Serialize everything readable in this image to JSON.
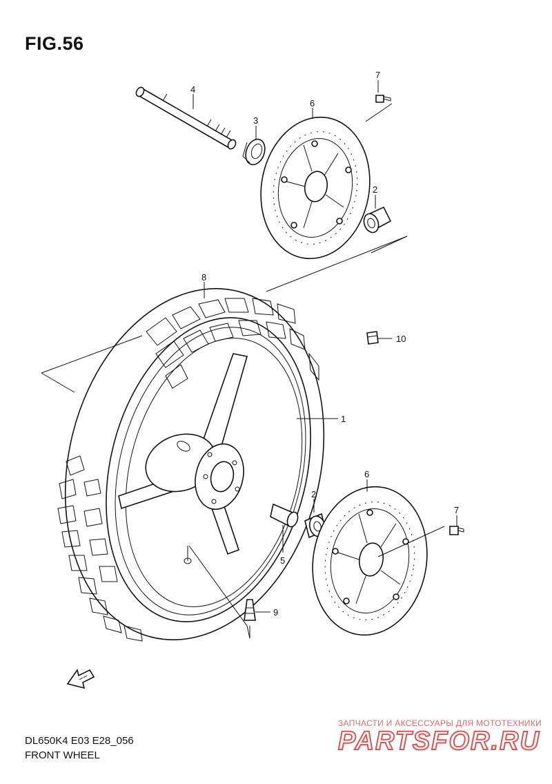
{
  "figure": {
    "number": "FIG.56",
    "model_code": "DL650K4 E03 E28_056",
    "title": "FRONT WHEEL"
  },
  "callouts": [
    "1",
    "2",
    "3",
    "4",
    "5",
    "6",
    "7",
    "8",
    "9",
    "10"
  ],
  "watermark": {
    "tagline": "ЗАПЧАСТИ И АКСЕССУАРЫ ДЛЯ МОТОТЕХНИКИ",
    "logo": "PARTSFOR.RU",
    "color": "#e05252"
  },
  "icons": [
    "axle-icon",
    "oil-seal-icon",
    "bearing-icon",
    "brake-disc-icon",
    "disc-bolt-icon",
    "wheel-icon",
    "tire-icon",
    "spacer-icon",
    "valve-icon",
    "balancer-weight-icon",
    "forward-arrow-icon"
  ]
}
